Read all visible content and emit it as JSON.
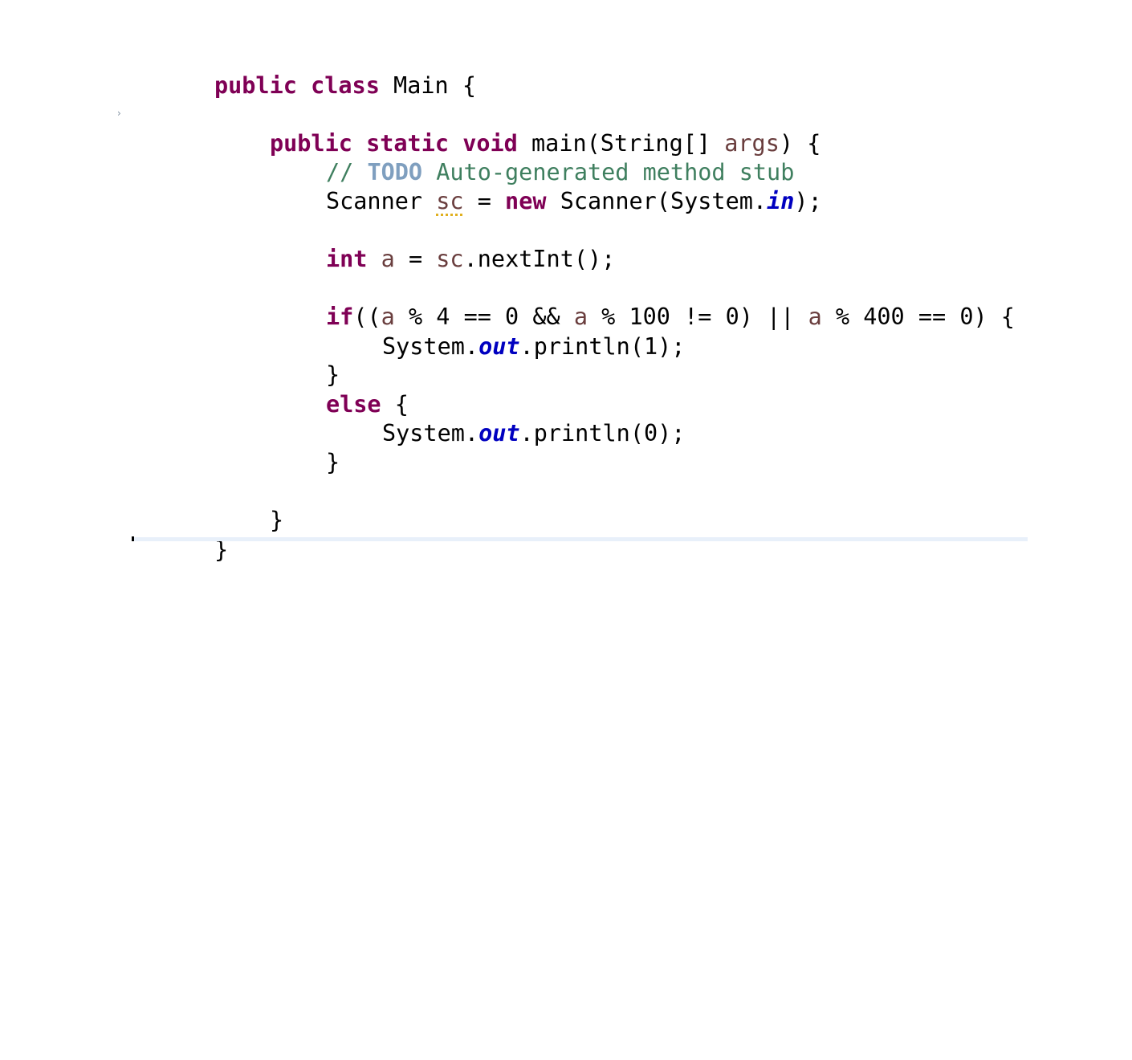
{
  "editor": {
    "fold_marker": "›",
    "lines": [
      [
        "public",
        " ",
        "class",
        " Main {"
      ],
      [
        "public",
        " ",
        "static",
        " ",
        "void",
        " main(String[] ",
        "args",
        ") {"
      ],
      [
        "// ",
        "TODO",
        " Auto-generated method stub"
      ],
      [
        "Scanner ",
        "sc",
        " = ",
        "new",
        " Scanner(System.",
        "in",
        ");"
      ],
      [
        "int",
        " ",
        "a",
        " = ",
        "sc",
        ".nextInt();"
      ],
      [
        "if",
        "((",
        "a",
        " % 4 == 0 && ",
        "a",
        " % 100 != 0) || ",
        "a",
        " % 400 == 0) {"
      ],
      [
        "System.",
        "out",
        ".println(1);"
      ],
      [
        "}"
      ],
      [
        "else",
        " {"
      ],
      [
        "System.",
        "out",
        ".println(0);"
      ],
      [
        "}"
      ],
      [
        "}"
      ],
      [
        "}"
      ]
    ]
  },
  "colors": {
    "keyword": "#7f0055",
    "local_variable": "#6a3e3e",
    "comment": "#3f7f5f",
    "todo_tag": "#7f9fbf",
    "static_field": "#0000c0",
    "warning_underline": "#e0b020"
  }
}
